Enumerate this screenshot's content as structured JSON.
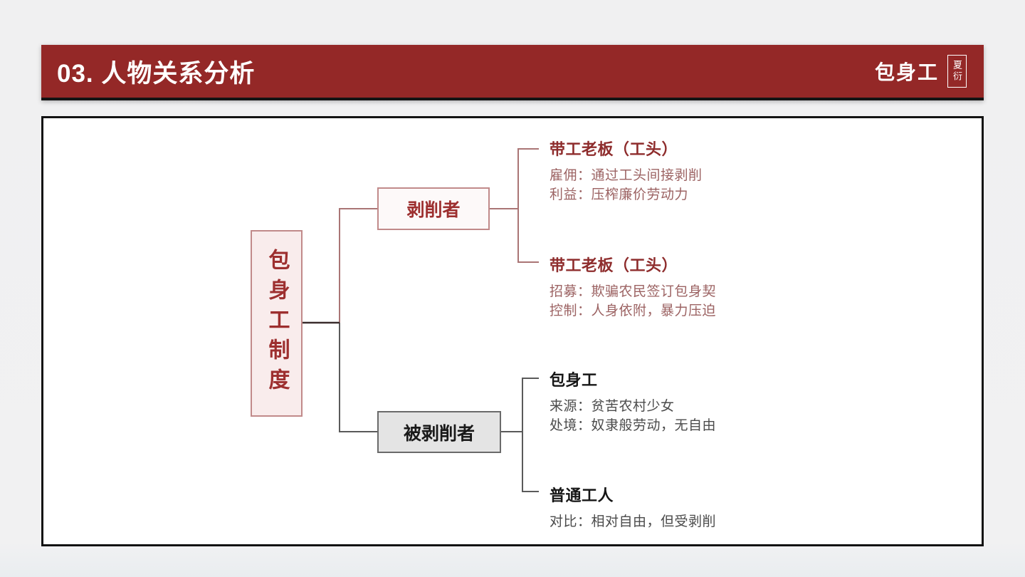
{
  "header": {
    "title": "03. 人物关系分析",
    "brand": "包身工",
    "author": "夏衍"
  },
  "diagram": {
    "root": {
      "label": "包身工制度"
    },
    "branches": [
      {
        "label": "剥削者",
        "leaves": [
          {
            "title": "带工老板（工头）",
            "lines": [
              "雇佣：通过工头间接剥削",
              "利益：压榨廉价劳动力"
            ]
          },
          {
            "title": "带工老板（工头）",
            "lines": [
              "招募：欺骗农民签订包身契",
              "控制：人身依附，暴力压迫"
            ]
          }
        ]
      },
      {
        "label": "被剥削者",
        "leaves": [
          {
            "title": "包身工",
            "lines": [
              "来源：贫苦农村少女",
              "处境：奴隶般劳动，无自由"
            ]
          },
          {
            "title": "普通工人",
            "lines": [
              "对比：相对自由，但受剥削"
            ]
          }
        ]
      }
    ]
  },
  "colors": {
    "header_bg": "#942827",
    "header_underline": "#141414",
    "accent_red": "#9d2f2f",
    "root_fill": "#f9ecec",
    "rose_border": "#c18a8a",
    "rose_line": "#aa7575",
    "junction_dark": "#3a2c2c",
    "gray_line": "#5a5a5a",
    "gray_fill": "#e4e4e4",
    "leaf_title_red": "#8e2c2c",
    "leaf_detail_red": "#9c6363",
    "leaf_title_dark": "#161616",
    "leaf_detail_dark": "#4b4b4b"
  }
}
